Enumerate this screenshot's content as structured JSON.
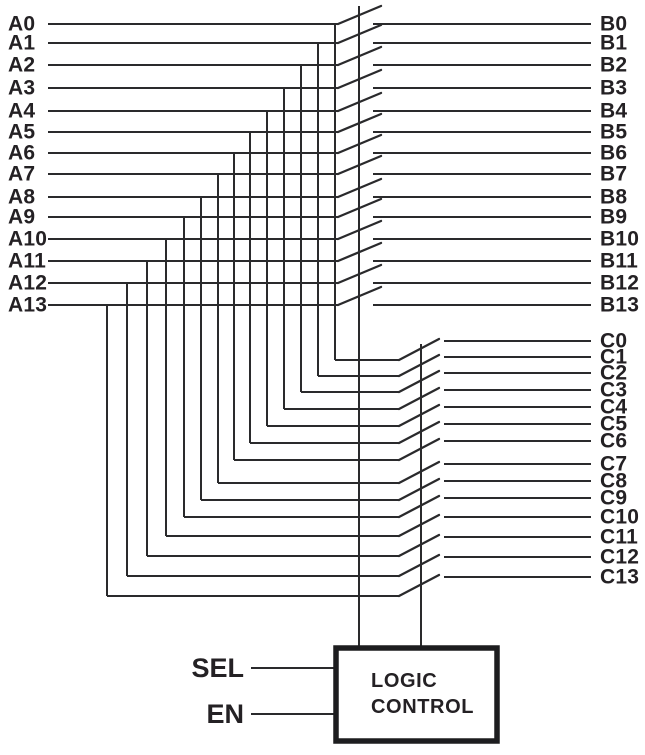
{
  "diagram": {
    "a_labels": [
      "A0",
      "A1",
      "A2",
      "A3",
      "A4",
      "A5",
      "A6",
      "A7",
      "A8",
      "A9",
      "A10",
      "A11",
      "A12",
      "A13"
    ],
    "b_labels": [
      "B0",
      "B1",
      "B2",
      "B3",
      "B4",
      "B5",
      "B6",
      "B7",
      "B8",
      "B9",
      "B10",
      "B11",
      "B12",
      "B13"
    ],
    "c_labels": [
      "C0",
      "C1",
      "C2",
      "C3",
      "C4",
      "C5",
      "C6",
      "C7",
      "C8",
      "C9",
      "C10",
      "C11",
      "C12",
      "C13"
    ],
    "control_box": {
      "line1": "LOGIC",
      "line2": "CONTROL"
    },
    "control_inputs": {
      "sel": "SEL",
      "en": "EN"
    },
    "colors": {
      "line": "#2a2a2c",
      "text": "#242124",
      "background": "#ffffff"
    }
  }
}
